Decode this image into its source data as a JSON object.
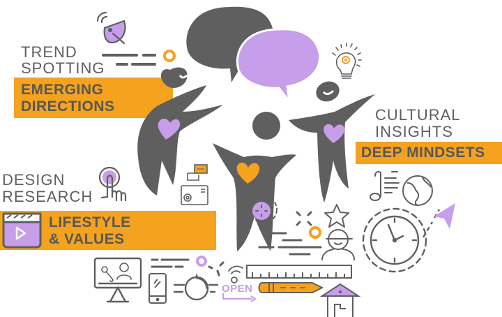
{
  "colors": {
    "gray": "#5f5f5f",
    "orange": "#f5a21f",
    "purple": "#c79eea",
    "white": "#ffffff"
  },
  "sections": {
    "trend": {
      "title_line1": "TREND",
      "title_line2": "SPOTTING",
      "banner_line1": "EMERGING",
      "banner_line2": "DIRECTIONS",
      "icon": "satellite-dish-icon"
    },
    "cultural": {
      "title_line1": "CULTURAL",
      "title_line2": "INSIGHTS",
      "banner_line1": "DEEP MINDSETS",
      "icon": "lightbulb-icon"
    },
    "design": {
      "title_line1": "DESIGN",
      "title_line2": "RESEARCH",
      "banner_line1": "LIFESTYLE",
      "banner_line2": "& VALUES",
      "icon": "touch-button-icon"
    }
  },
  "figures": [
    {
      "name": "left-person",
      "heart": "purple"
    },
    {
      "name": "center-person",
      "heart": "orange"
    },
    {
      "name": "right-person",
      "heart": "purple"
    }
  ],
  "speech_bubbles": [
    {
      "name": "gray-bubble",
      "color": "gray"
    },
    {
      "name": "purple-bubble",
      "color": "purple"
    }
  ],
  "icons": {
    "open_sign_text": "OPEN",
    "list": [
      "satellite-dish-icon",
      "lightbulb-icon",
      "touch-button-icon",
      "video-clapper-icon",
      "chat-camera-icon",
      "gear-icon",
      "star-icon",
      "person-icon",
      "ruler-icon",
      "pencil-icon",
      "house-icon",
      "music-note-icon",
      "globe-icon",
      "clock-icon",
      "cursor-arrow-icon",
      "monitor-singer-icon",
      "phone-icon",
      "target-icon",
      "wifi-icon",
      "open-sign-icon"
    ]
  }
}
